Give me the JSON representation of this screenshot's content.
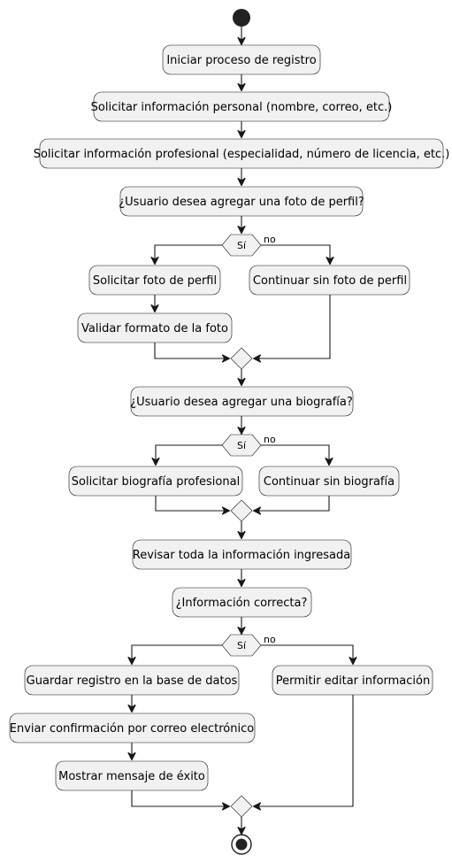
{
  "diagram": {
    "nodes": {
      "n1": "Iniciar proceso de registro",
      "n2": "Solicitar información personal (nombre, correo, etc.)",
      "n3": "Solicitar información profesional (especialidad, número de licencia, etc.)",
      "n4": "¿Usuario desea agregar una foto de perfil?",
      "n5": "Solicitar foto de perfil",
      "n6": "Validar formato de la foto",
      "n7": "Continuar sin foto de perfil",
      "n8": "¿Usuario desea agregar una biografía?",
      "n9": "Solicitar biografía profesional",
      "n10": "Continuar sin biografía",
      "n11": "Revisar toda la información ingresada",
      "n12": "¿Información correcta?",
      "n13": "Guardar registro en la base de datos",
      "n14": "Enviar confirmación por correo electrónico",
      "n15": "Mostrar mensaje de éxito",
      "n16": "Permitir editar información"
    },
    "branch_labels": {
      "yes": "Sí",
      "no": "no"
    },
    "colors": {
      "node_fill": "#f1f1f1",
      "stroke": "#181818",
      "start_fill": "#222222"
    }
  }
}
